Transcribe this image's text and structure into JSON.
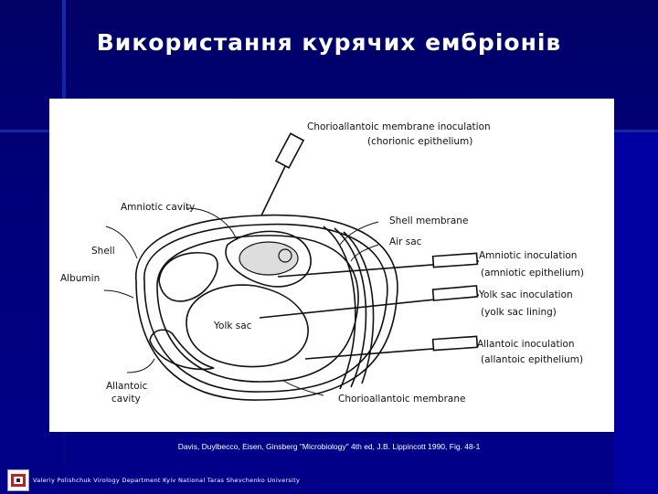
{
  "slide": {
    "title": "Використання курячих ембріонів",
    "citation": "Davis, Duylbecco, Eisen, Ginsberg \"Microbiology\" 4th ed, J.B. Lippincott 1990, Fig. 48-1",
    "footer": "Valeriy Polishchuk Virology Department Kyiv National Taras Shevchenko University"
  },
  "diagram": {
    "labels": {
      "chorioallantoic_inoculation": "Chorioallantoic membrane inoculation",
      "chorionic_epithelium": "(chorionic epithelium)",
      "amniotic_cavity": "Amniotic cavity",
      "shell_membrane": "Shell membrane",
      "air_sac": "Air sac",
      "shell": "Shell",
      "albumin": "Albumin",
      "amniotic_inoculation": "Amniotic inoculation",
      "amniotic_epithelium": "(amniotic epithelium)",
      "yolk_sac_inoculation": "Yolk sac inoculation",
      "yolk_sac_lining": "(yolk sac lining)",
      "yolk_sac": "Yolk sac",
      "allantoic_inoculation": "Allantoic inoculation",
      "allantoic_epithelium": "(allantoic epithelium)",
      "allantoic_cavity_1": "Allantoic",
      "allantoic_cavity_2": "cavity",
      "chorioallantoic_membrane": "Chorioallantoic membrane"
    }
  }
}
